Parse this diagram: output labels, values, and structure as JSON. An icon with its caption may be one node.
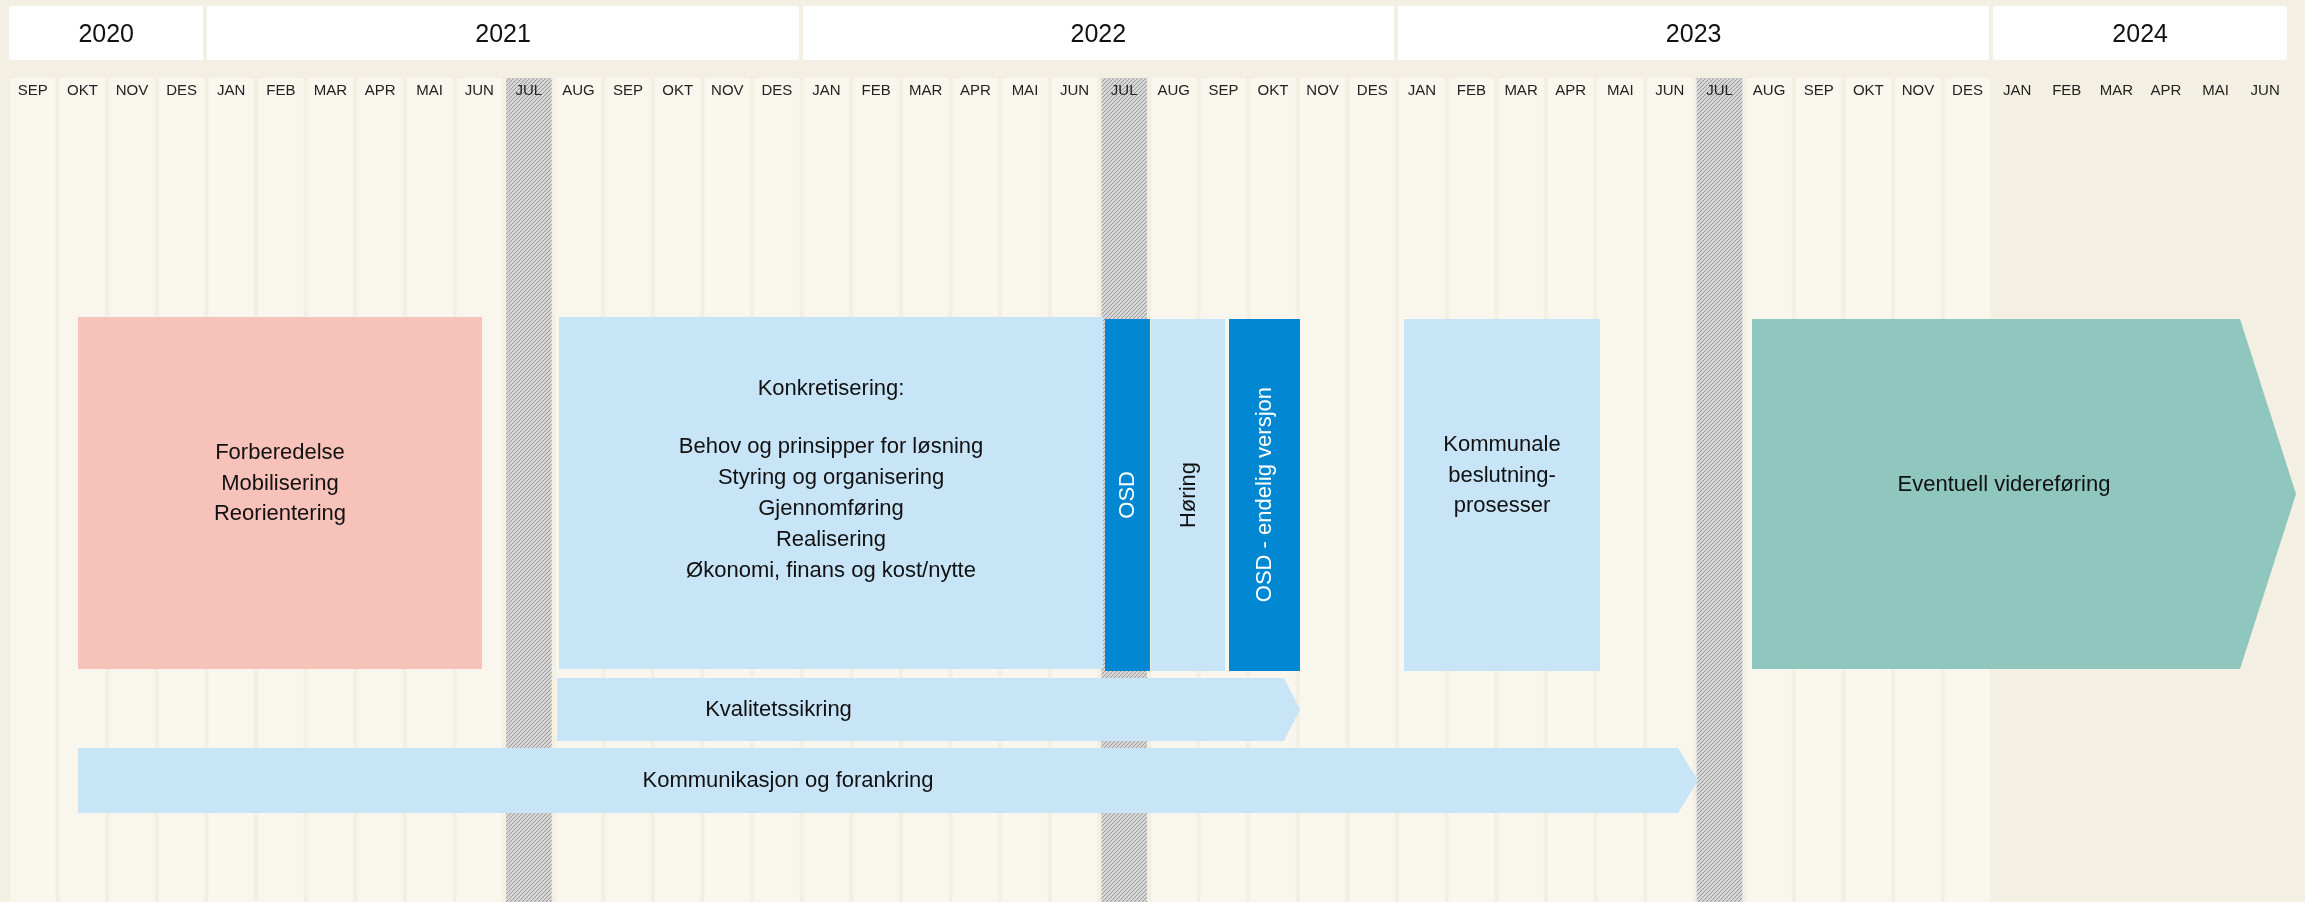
{
  "diagram": {
    "nodes": [
      {
        "text": [
          "Forberedelse",
          "Mobilisering",
          "Reorientering"
        ]
      },
      {
        "text": [
          "Konkretisering:",
          "Behov og prinsipper for løsning",
          "Styring og organisering",
          "Gjennomføring",
          "Realisering",
          "Økonomi, finans og kost/nytte"
        ]
      },
      {
        "text": [
          "OSD"
        ]
      },
      {
        "text": [
          "Høring"
        ]
      },
      {
        "text": [
          "OSD - endelig versjon"
        ]
      },
      {
        "text": [
          "Kommunale beslutning-prosesser"
        ]
      },
      {
        "text": [
          "Eventuell videreføring"
        ]
      },
      {
        "text": [
          "Kvalitetssikring"
        ]
      },
      {
        "text": [
          "Kommunikasjon og forankring"
        ]
      }
    ],
    "labels": [
      "2020",
      "2021",
      "2022",
      "2023",
      "2024",
      "SEP",
      "OKT",
      "NOV",
      "DES",
      "JAN",
      "FEB",
      "MAR",
      "APR",
      "MAI",
      "JUN",
      "JUL",
      "AUG",
      "SEP",
      "OKT",
      "NOV",
      "DES",
      "JAN",
      "FEB",
      "MAR",
      "APR",
      "MAI",
      "JUN",
      "JUL",
      "AUG",
      "SEP",
      "OKT",
      "NOV",
      "DES",
      "JAN",
      "FEB",
      "MAR",
      "APR",
      "MAI",
      "JUN",
      "JUL",
      "AUG",
      "SEP",
      "OKT",
      "NOV",
      "DES",
      "JAN",
      "FEB",
      "MAR",
      "APR",
      "MAI",
      "JUN"
    ]
  }
}
